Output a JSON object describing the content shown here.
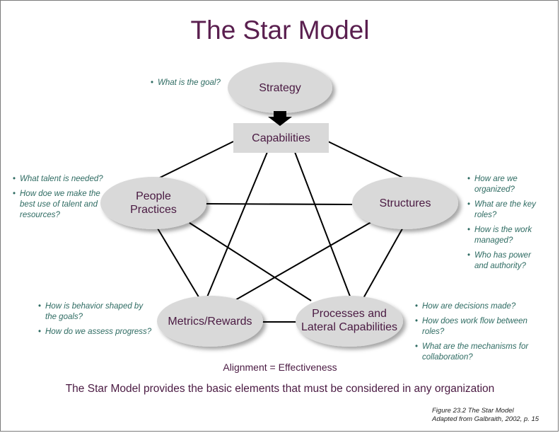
{
  "title": "The Star Model",
  "nodes": {
    "strategy": "Strategy",
    "capabilities": "Capabilities",
    "people": [
      "People",
      "Practices"
    ],
    "structures": "Structures",
    "metrics": "Metrics/Rewards",
    "processes": [
      "Processes and",
      "Lateral Capabilities"
    ]
  },
  "questions": {
    "strategy": [
      "What is the goal?"
    ],
    "people": [
      "What talent is needed?",
      "How doe we make the best use of talent and resources?"
    ],
    "structures": [
      "How are we organized?",
      "What are the key roles?",
      "How is the work managed?",
      "Who has power and authority?"
    ],
    "metrics": [
      "How is behavior shaped by the goals?",
      "How do we assess progress?"
    ],
    "processes": [
      "How are decisions made?",
      "How does work flow between roles?",
      "What are the mechanisms for collaboration?"
    ]
  },
  "alignment": "Alignment = Effectiveness",
  "footer": "The Star Model provides the basic elements that must be considered in any organization",
  "citation": [
    "Figure 23.2 The Star Model",
    "Adapted from Galbraith, 2002, p. 15"
  ],
  "colors": {
    "title": "#5a1f4f",
    "node_text": "#4a1a42",
    "node_fill": "#d9d9d9",
    "question_text": "#2e6b62"
  }
}
